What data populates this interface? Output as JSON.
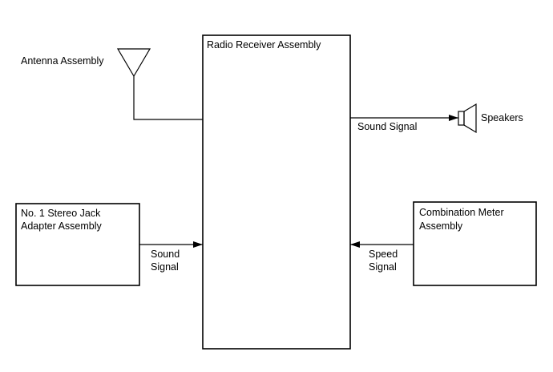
{
  "labels": {
    "antenna": "Antenna Assembly",
    "receiver": "Radio Receiver Assembly",
    "speakers": "Speakers",
    "sound_signal_out": "Sound Signal",
    "stereo_jack_line1": "No. 1 Stereo Jack",
    "stereo_jack_line2": "Adapter Assembly",
    "sound_in_line1": "Sound",
    "sound_in_line2": "Signal",
    "meter_line1": "Combination Meter",
    "meter_line2": "Assembly",
    "speed_line1": "Speed",
    "speed_line2": "Signal"
  },
  "colors": {
    "stroke": "#000000",
    "background": "#ffffff"
  }
}
